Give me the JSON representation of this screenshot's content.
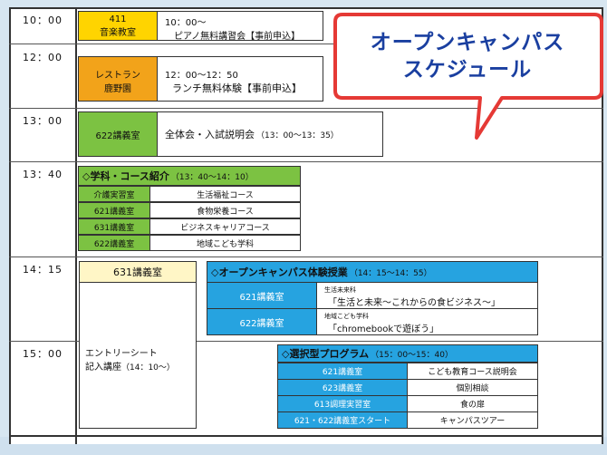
{
  "times": [
    "10：00",
    "12：00",
    "13：00",
    "13：40",
    "14：15",
    "15：00"
  ],
  "row1": {
    "room_code": "411",
    "room_name": "音楽教室",
    "time": "10：00～",
    "event": "ピアノ無料講習会【事前申込】"
  },
  "row2": {
    "room_line1": "レストラン",
    "room_line2": "鹿野園",
    "time": "12：00～12：50",
    "event": "ランチ無料体験【事前申込】"
  },
  "row3": {
    "room": "622講義室",
    "event": "全体会・入試説明会",
    "event_time": "（13：00～13：35）"
  },
  "course": {
    "header": "◇学科・コース紹介",
    "header_time": "（13：40～14：10）",
    "rows": [
      {
        "room": "介護実習室",
        "name": "生活福祉コース"
      },
      {
        "room": "621講義室",
        "name": "食物栄養コース"
      },
      {
        "room": "631講義室",
        "name": "ビジネスキャリアコース"
      },
      {
        "room": "622講義室",
        "name": "地域こども学科"
      }
    ]
  },
  "entry": {
    "room": "631講義室",
    "line1": "エントリーシート",
    "line2": "記入講座",
    "time": "（14：10～）"
  },
  "trial": {
    "header": "◇オープンキャンパス体験授業",
    "header_time": "（14：15～14：55）",
    "rows": [
      {
        "room": "621講義室",
        "dept": "生活未来科",
        "title": "「生活と未来～これからの食ビジネス～」"
      },
      {
        "room": "622講義室",
        "dept": "地域こども学科",
        "title": "「chromebookで遊ぼう」"
      }
    ]
  },
  "select": {
    "header": "◇選択型プログラム",
    "header_time": "（15：00～15：40）",
    "rows": [
      {
        "room": "621講義室",
        "name": "こども教育コース説明会"
      },
      {
        "room": "623講義室",
        "name": "個別相談"
      },
      {
        "room": "613調理実習室",
        "name": "食の扉"
      },
      {
        "room": "621・622講義室スタート",
        "name": "キャンパスツアー"
      }
    ]
  },
  "callout": {
    "line1": "オープンキャンパス",
    "line2": "スケジュール"
  },
  "colors": {
    "yellow": "#ffd400",
    "orange": "#f2a31a",
    "green": "#7cc242",
    "blue": "#26a3e0",
    "cream": "#fff6c6",
    "title": "#1a3fa0",
    "callout_border": "#e53935"
  }
}
